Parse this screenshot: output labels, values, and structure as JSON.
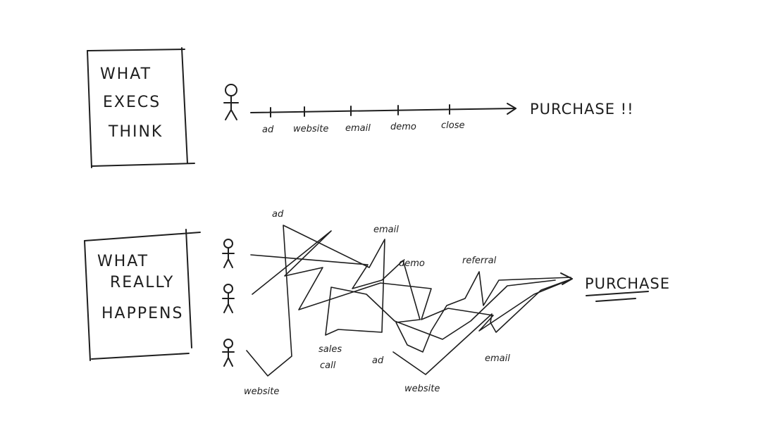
{
  "top_panel": {
    "box_lines": [
      "WHAT",
      "EXECS",
      "THINK"
    ],
    "steps": [
      "ad",
      "website",
      "email",
      "demo",
      "close"
    ],
    "outcome": "PURCHASE !!"
  },
  "bottom_panel": {
    "box_lines": [
      "WHAT",
      "REALLY",
      "HAPPENS"
    ],
    "touchpoints": [
      "ad",
      "email",
      "demo",
      "referral",
      "sales",
      "call",
      "ad",
      "email",
      "website",
      "website"
    ],
    "outcome": "PURCHASE"
  }
}
